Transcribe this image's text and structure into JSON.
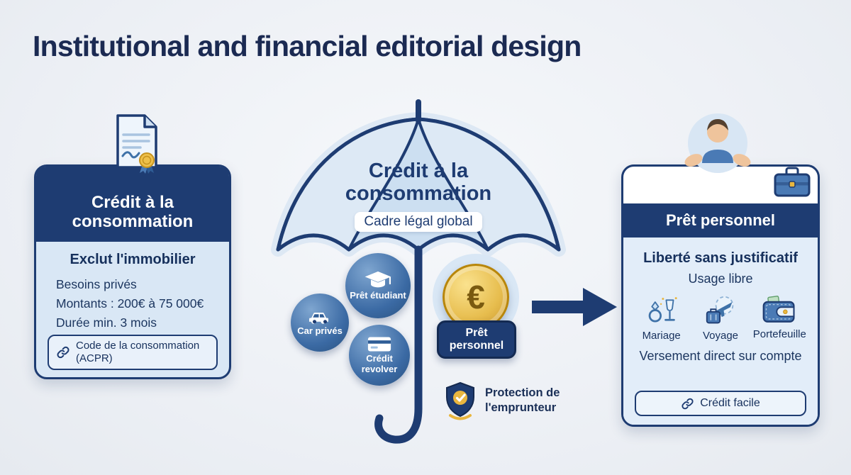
{
  "title": "Institutional and financial editorial design",
  "left_card": {
    "header_line1": "Crédit à la",
    "header_line2": "consommation",
    "subtitle": "Exclut l'immobilier",
    "line1": "Besoins privés",
    "line2": "Montants : 200€ à 75 000€",
    "line3": "Durée min. 3 mois",
    "footer": "Code de la consommation (ACPR)"
  },
  "umbrella": {
    "title_line1": "Crédit à la",
    "title_line2": "consommation",
    "subtitle": "Cadre légal global",
    "bubble_car": "Car privés",
    "bubble_student": "Prêt étudiant",
    "bubble_revolving": "Crédit revolver",
    "coin_symbol": "€",
    "pill_line1": "Prêt",
    "pill_line2": "personnel",
    "protection_line1": "Protection de",
    "protection_line2": "l'emprunteur"
  },
  "right_card": {
    "header": "Prêt personnel",
    "subtitle": "Liberté sans justificatif",
    "usage": "Usage libre",
    "item1": "Mariage",
    "item2": "Voyage",
    "item3": "Portefeuille",
    "payment": "Versement direct sur compte",
    "footer": "Crédit facile"
  },
  "colors": {
    "navy": "#1e3c72",
    "gold": "#e9b63f",
    "light_blue": "#d9e7f5"
  }
}
